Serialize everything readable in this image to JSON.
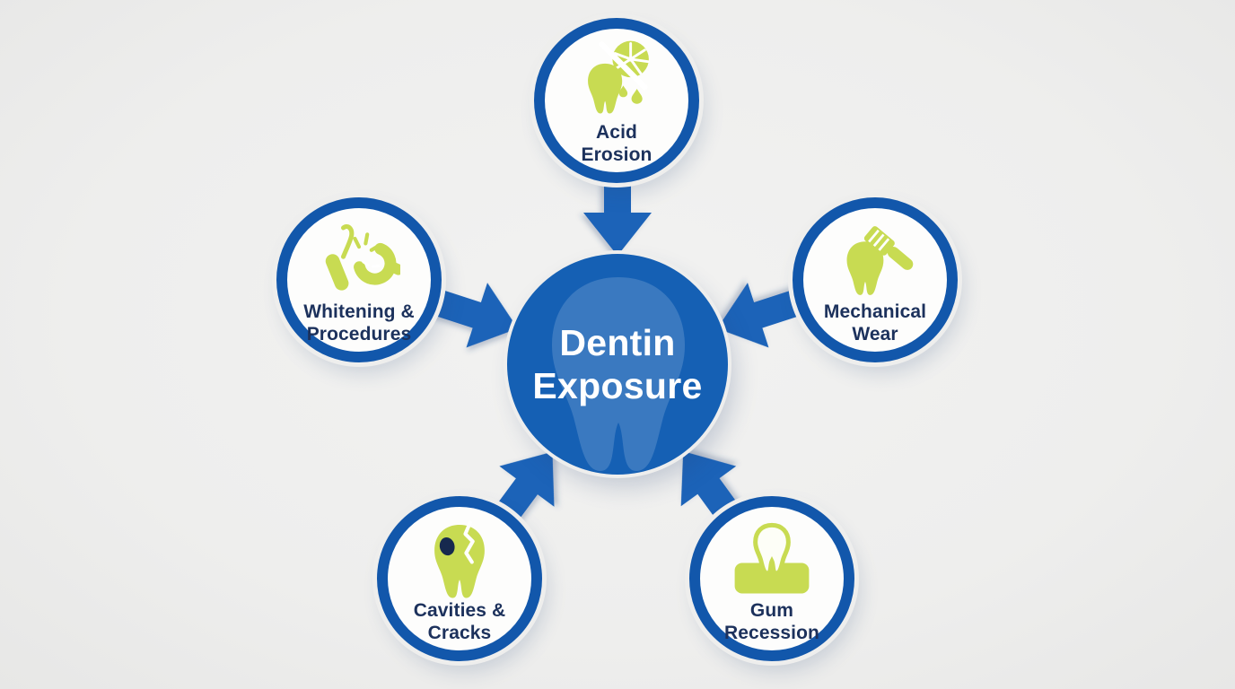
{
  "title": "Dentin Exposure causes diagram",
  "colors": {
    "background": "#eeeeed",
    "primary_blue": "#1560b4",
    "ring_blue": "#1257ab",
    "arrow_blue": "#1e63b8",
    "lime_green": "#c8db52",
    "label_navy": "#1c315c",
    "hub_text": "#ffffff"
  },
  "hub": {
    "label": "Dentin\nExposure",
    "icon": "tooth-watermark-icon"
  },
  "nodes": [
    {
      "id": "acid-erosion",
      "label": "Acid\nErosion",
      "icon": "tooth-lemon-acid-icon"
    },
    {
      "id": "whitening-procedures",
      "label": "Whitening &\nProcedures",
      "icon": "dental-probe-tray-icon"
    },
    {
      "id": "mechanical-wear",
      "label": "Mechanical\nWear",
      "icon": "tooth-toothbrush-icon"
    },
    {
      "id": "cavities-cracks",
      "label": "Cavities &\nCracks",
      "icon": "cracked-tooth-cavity-icon"
    },
    {
      "id": "gum-recession",
      "label": "Gum\nRecession",
      "icon": "tooth-gum-icon"
    }
  ],
  "arrows": [
    {
      "from": "acid-erosion",
      "to": "dentin-exposure"
    },
    {
      "from": "whitening-procedures",
      "to": "dentin-exposure"
    },
    {
      "from": "mechanical-wear",
      "to": "dentin-exposure"
    },
    {
      "from": "cavities-cracks",
      "to": "dentin-exposure"
    },
    {
      "from": "gum-recession",
      "to": "dentin-exposure"
    }
  ]
}
